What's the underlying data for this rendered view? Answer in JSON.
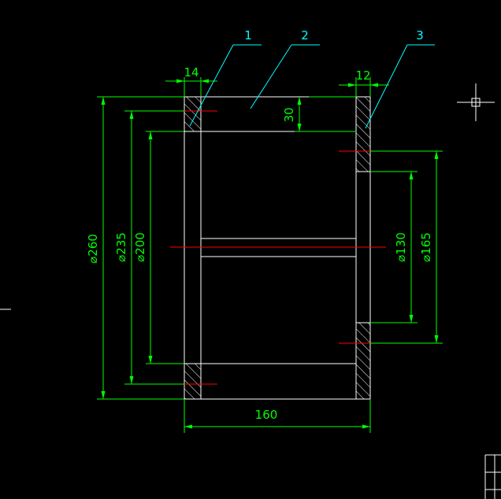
{
  "colors": {
    "background": "#000000",
    "geometry": "#ffffff",
    "dimension": "#00ff00",
    "centerline": "#ff0000",
    "leader": "#00ffff",
    "cursor": "#ffffff"
  },
  "balloons": [
    {
      "text": "1"
    },
    {
      "text": "2"
    },
    {
      "text": "3"
    }
  ],
  "dimensions": {
    "top_left_width": "14",
    "top_right_width": "12",
    "wall_height": "30",
    "outer_diameter": "⌀260",
    "bore_235": "⌀235",
    "bore_200": "⌀200",
    "right_130": "⌀130",
    "right_165": "⌀165",
    "length": "160"
  },
  "icons": {
    "crosshair": "crosshair-cursor-icon"
  }
}
